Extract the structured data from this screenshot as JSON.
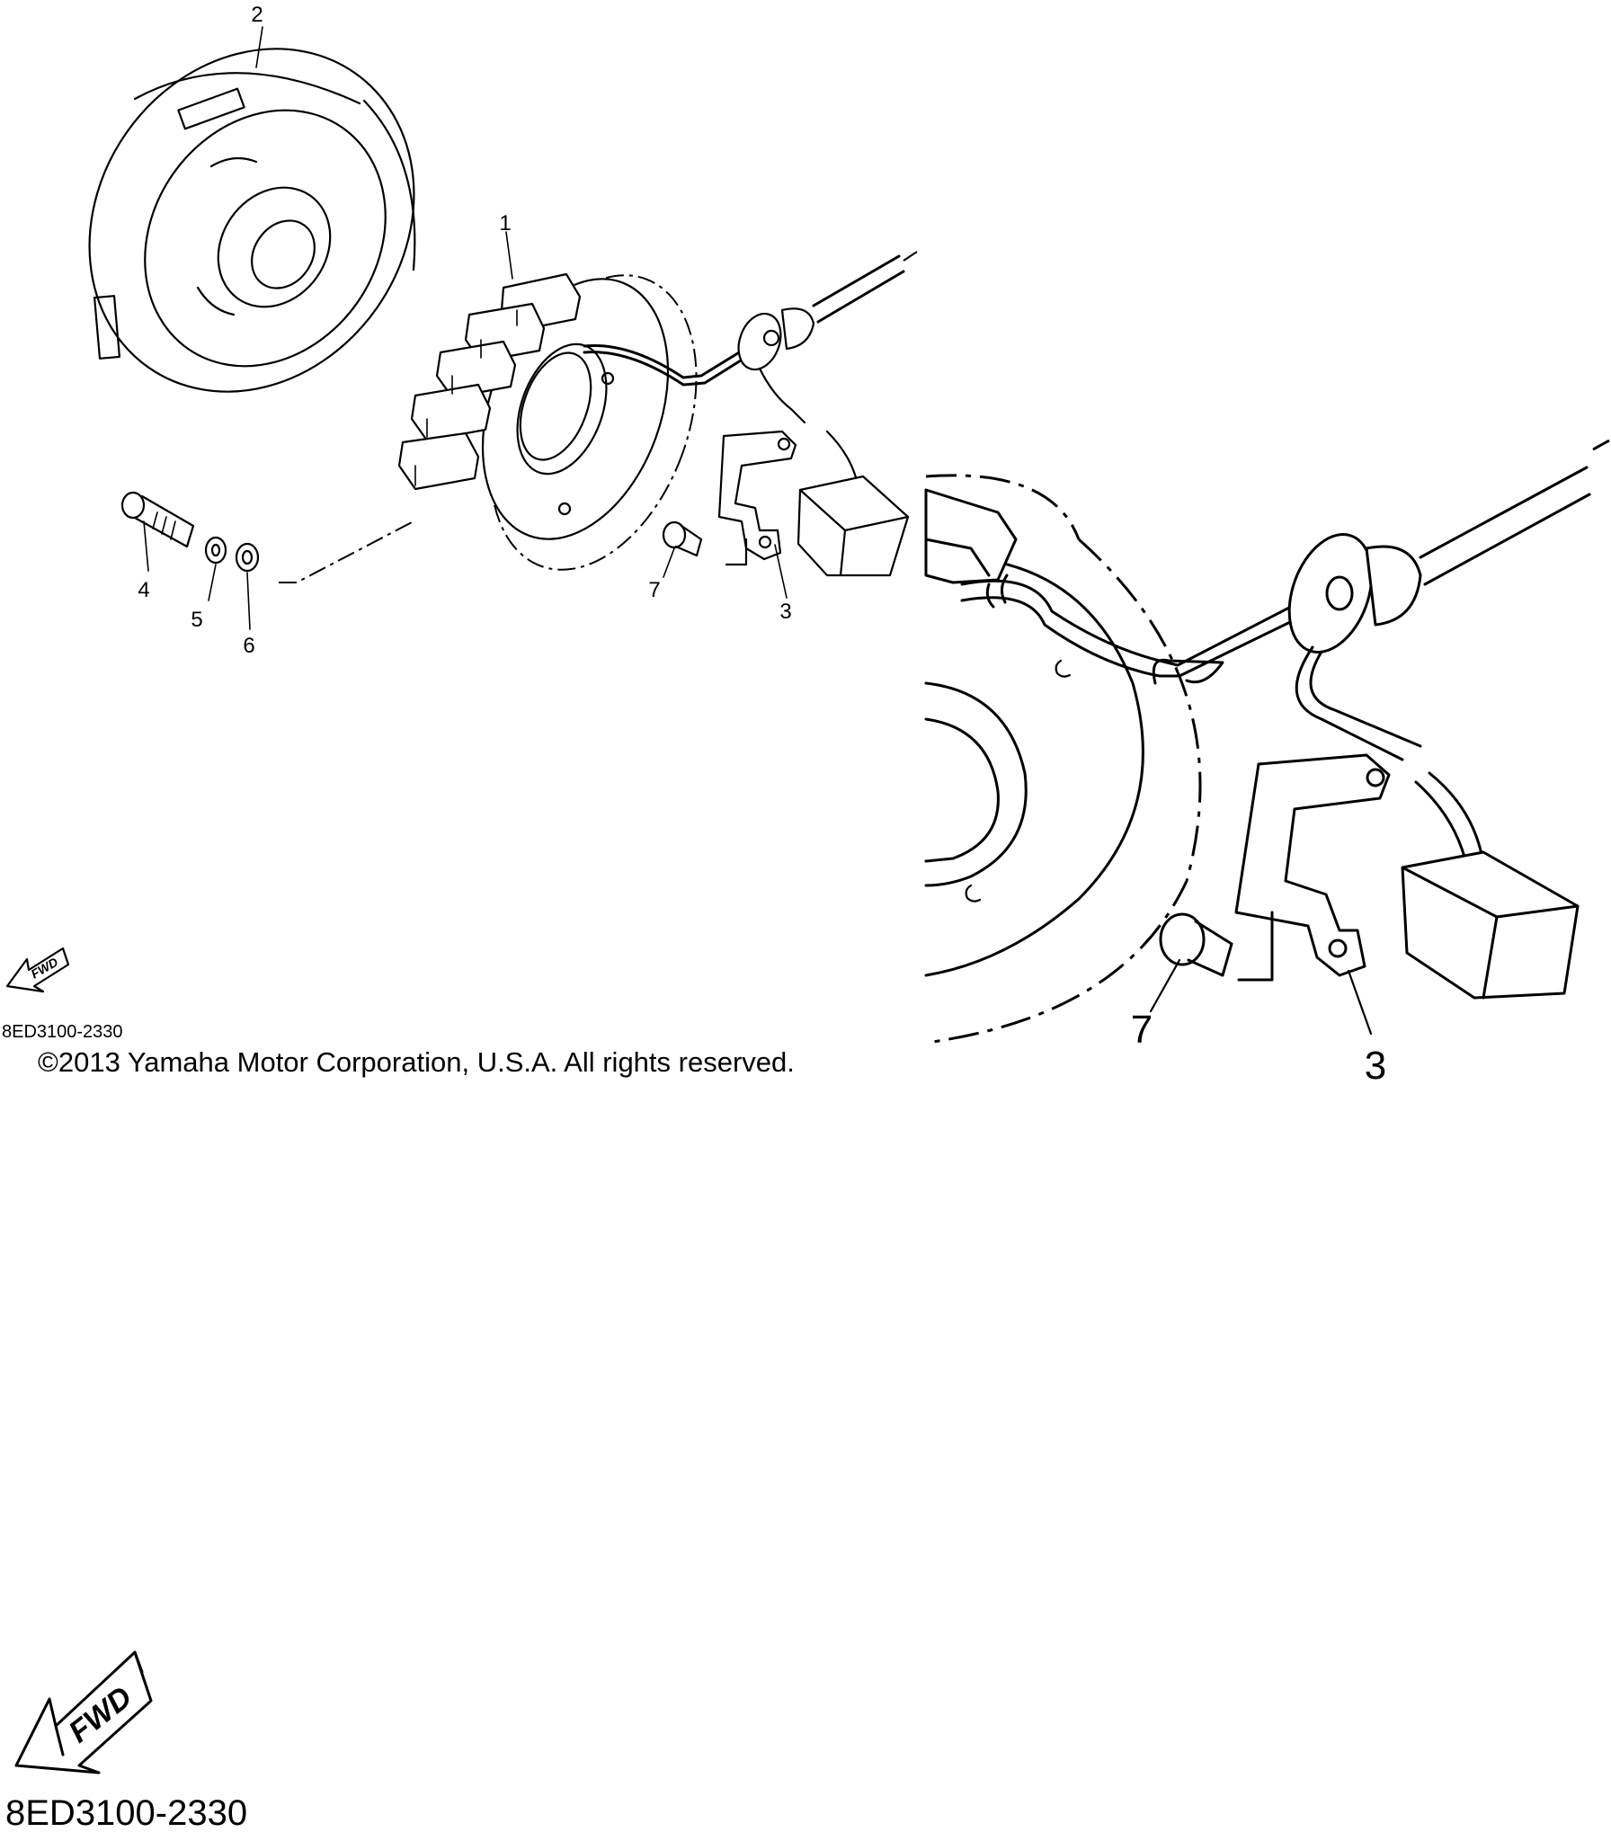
{
  "diagram": {
    "callouts": [
      "1",
      "2",
      "3",
      "4",
      "5",
      "6",
      "7"
    ],
    "detail_callouts": [
      "7",
      "3"
    ],
    "figure_code": "8ED3100-2330",
    "copyright": "©2013 Yamaha Motor Corporation, U.S.A. All rights reserved.",
    "fwd_label": "FWD"
  }
}
